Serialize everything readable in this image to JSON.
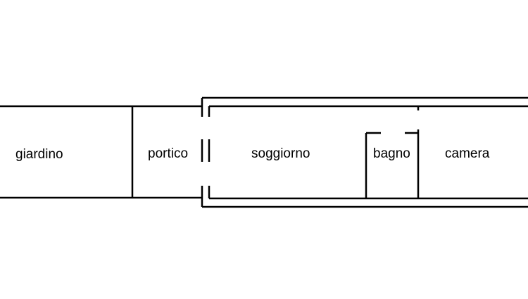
{
  "rooms": {
    "giardino": "giardino",
    "portico": "portico",
    "soggiorno": "soggiorno",
    "bagno": "bagno",
    "camera": "camera"
  },
  "colors": {
    "wall": "#000000",
    "background": "#ffffff"
  }
}
